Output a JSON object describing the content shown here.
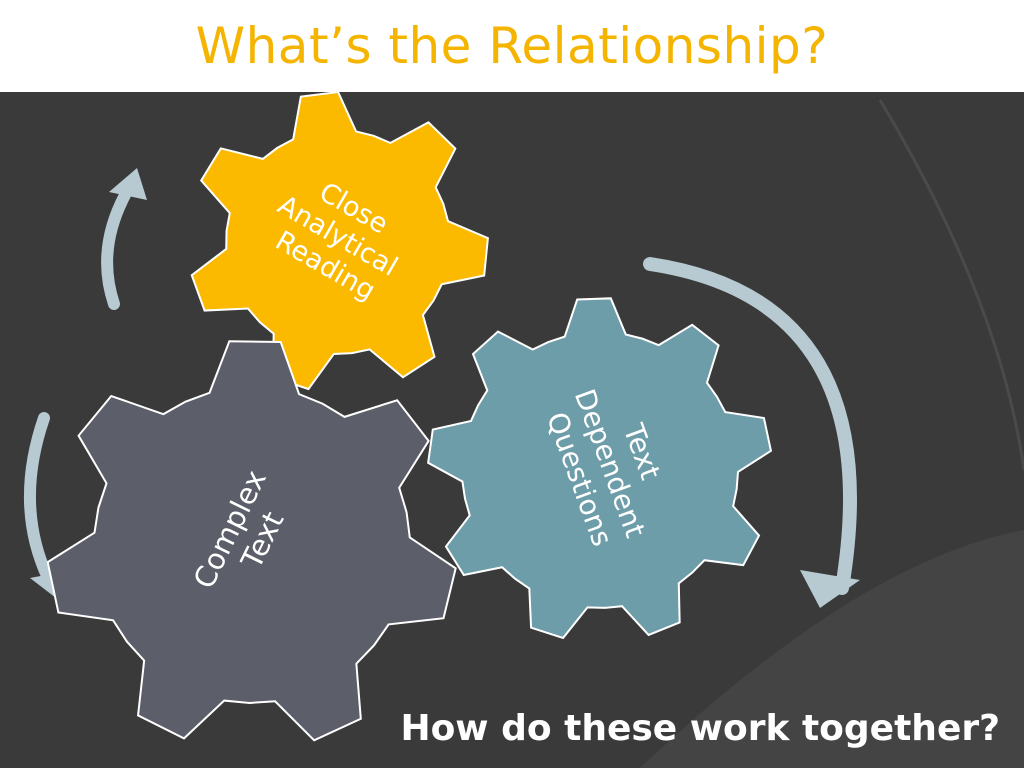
{
  "slide": {
    "title": "What’s the Relationship?",
    "footer": "How do these work together?"
  },
  "gears": [
    {
      "id": "close-reading",
      "lines": [
        "Close",
        "Analytical",
        "Reading"
      ],
      "color": "#FBBA00"
    },
    {
      "id": "text-dependent",
      "lines": [
        "Text",
        "Dependent",
        "Questions"
      ],
      "color": "#6E9DAA"
    },
    {
      "id": "complex-text",
      "lines": [
        "Complex",
        "Text"
      ],
      "color": "#5C5F69"
    }
  ],
  "colors": {
    "title": "#F5B400",
    "background": "#3A3A3A",
    "arrow": "#B7C9D1"
  }
}
